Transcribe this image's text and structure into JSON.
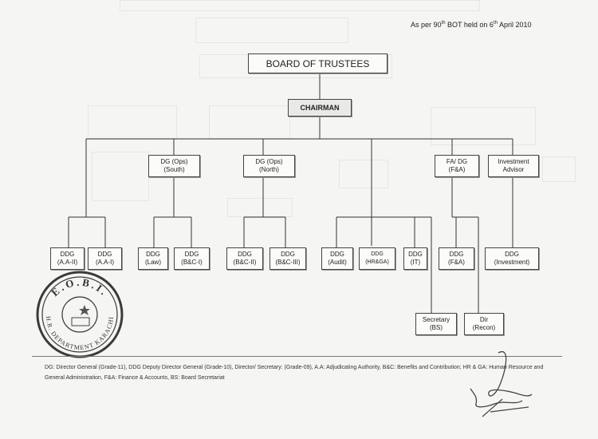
{
  "meeting_note": {
    "prefix": "As per 90",
    "sup1": "th",
    "mid": " BOT held on 6",
    "sup2": "th",
    "suffix": " April 2010"
  },
  "nodes": {
    "board": "BOARD OF TRUSTEES",
    "chairman": "CHAIRMAN",
    "dg_ops_south": [
      "DG (Ops)",
      "(South)"
    ],
    "dg_ops_north": [
      "DG (Ops)",
      "(North)"
    ],
    "fa_dg": [
      "FA/ DG",
      "(F&A)"
    ],
    "investment_advisor": [
      "Investment",
      "Advisor"
    ],
    "ddg_aa2": [
      "DDG",
      "(A.A-II)"
    ],
    "ddg_aa1": [
      "DDG",
      "(A.A-I)"
    ],
    "ddg_law": [
      "DDG",
      "(Law)"
    ],
    "ddg_bc1": [
      "DDG",
      "(B&C-I)"
    ],
    "ddg_bc2": [
      "DDG",
      "(B&C-II)"
    ],
    "ddg_bc3": [
      "DDG",
      "(B&C-III)"
    ],
    "ddg_audit": [
      "DDG",
      "(Audit)"
    ],
    "ddg_hrga": [
      "DDG",
      "(HR&GA)"
    ],
    "ddg_it": [
      "DDG",
      "(IT)"
    ],
    "ddg_fa": [
      "DDG",
      "(F&A)"
    ],
    "ddg_investment": [
      "DDG",
      "(Investment)"
    ],
    "secretary_bs": [
      "Secretary",
      "(BS)"
    ],
    "dir_recon": [
      "Dir",
      "(Recon)"
    ]
  },
  "legend": "DG: Director General (Grade-11), DDG Deputy Director General (Grade-10), Director/ Secretary: (Grade-09), A.A: Adjudicating Authority, B&C: Benefits and Contribution; HR & GA: Human Resource and General Administration, F&A: Finance & Accounts, BS: Board Secretariat",
  "stamp": {
    "top_text": "E.O.B.I.",
    "bottom_text": "H.R. DEPARTMENT KARACHI"
  }
}
